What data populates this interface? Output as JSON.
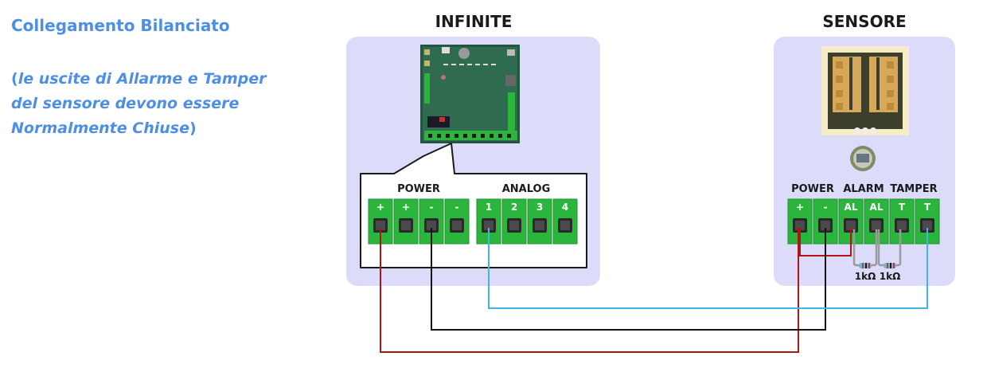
{
  "title": "Collegamento Bilanciato",
  "note": {
    "open": "(",
    "text_line1": "le uscite di Allarme e Tamper",
    "text_line2": "del sensore devono essere",
    "text_line3": "Normalmente Chiuse",
    "close": ")"
  },
  "infinite": {
    "header": "INFINITE",
    "groups": {
      "power": "POWER",
      "analog": "ANALOG"
    },
    "pins": [
      "+",
      "+",
      "-",
      "-",
      "1",
      "2",
      "3",
      "4"
    ]
  },
  "sensore": {
    "header": "SENSORE",
    "groups": {
      "power": "POWER",
      "alarm": "ALARM",
      "tamper": "TAMPER"
    },
    "pins": [
      "+",
      "-",
      "AL",
      "AL",
      "T",
      "T"
    ]
  },
  "resistors": [
    "1kΩ",
    "1kΩ"
  ],
  "colors": {
    "accent_text": "#4d8fe6",
    "panel": "#dcdcfa",
    "terminal_green": "#2bb53d",
    "wire_red": "#b01515",
    "wire_black": "#141414",
    "wire_blue": "#3fb5e8"
  }
}
